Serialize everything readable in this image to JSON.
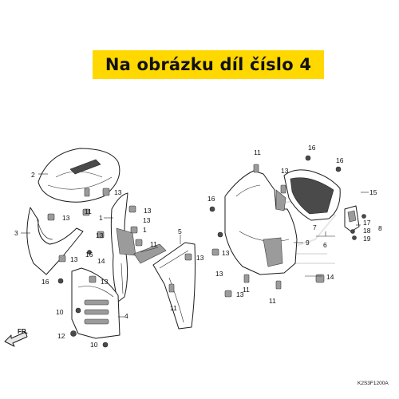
{
  "banner": {
    "text": "Na obrázku díl číslo 4",
    "background": "#ffd800"
  },
  "labels": {
    "l1a": "1",
    "l1b": "1",
    "l2": "2",
    "l3": "3",
    "l4": "4",
    "l5": "5",
    "l6": "6",
    "l7": "7",
    "l8": "8",
    "l9": "9",
    "l10a": "10",
    "l10b": "10",
    "l11a": "11",
    "l11b": "11",
    "l11c": "11",
    "l11d": "11",
    "l11e": "11",
    "l11f": "11",
    "l12": "12",
    "l13a": "13",
    "l13b": "13",
    "l13c": "13",
    "l13d": "13",
    "l13e": "13",
    "l13f": "13",
    "l13g": "13",
    "l13h": "13",
    "l13i": "13",
    "l13j": "13",
    "l13k": "13",
    "l13l": "13",
    "l14a": "14",
    "l14b": "14",
    "l15": "15",
    "l16a": "16",
    "l16b": "16",
    "l16c": "16",
    "l16d": "16",
    "l16e": "16",
    "l17": "17",
    "l18": "18",
    "l19": "19"
  },
  "direction_label": "FR.",
  "reference_code": "K2S3F1200A"
}
